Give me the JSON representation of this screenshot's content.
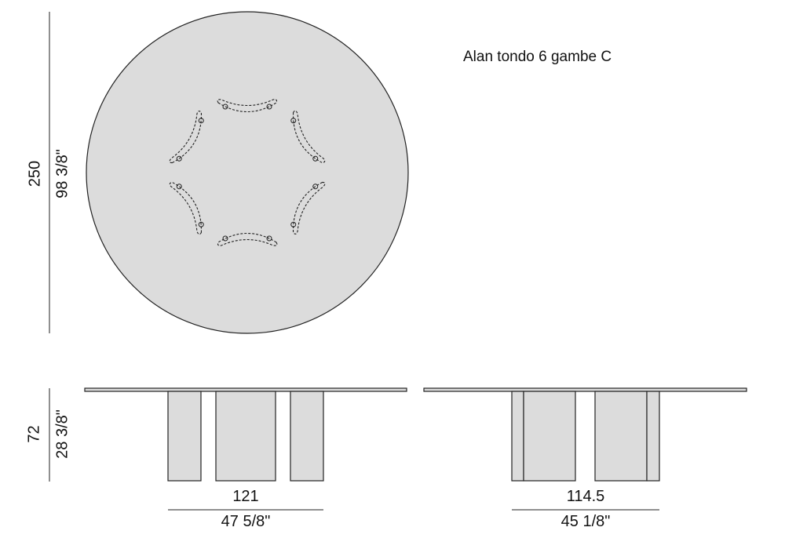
{
  "title": "Alan tondo 6 gambe C",
  "top_view": {
    "diameter_cm": "250",
    "diameter_in": "98 3/8\"",
    "legs": 6
  },
  "side_view_a": {
    "width_cm": "121",
    "width_in": "47 5/8\""
  },
  "side_view_b": {
    "width_cm": "114.5",
    "width_in": "45 1/8\""
  },
  "height": {
    "cm": "72",
    "in": "28 3/8\""
  },
  "colors": {
    "fill": "#dcdcdc",
    "stroke": "#222222"
  }
}
